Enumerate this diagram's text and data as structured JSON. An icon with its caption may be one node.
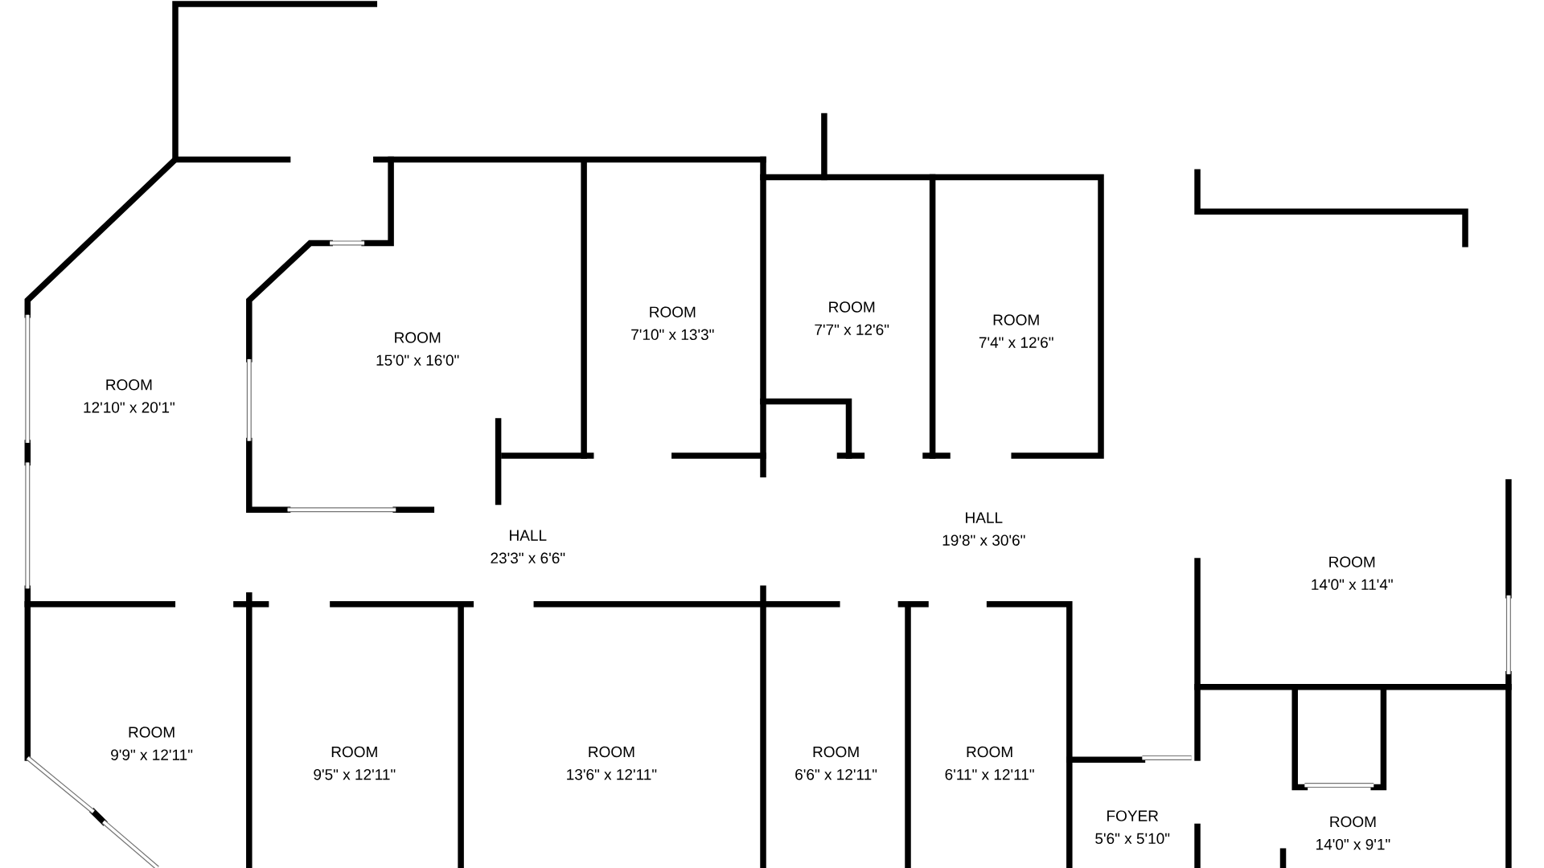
{
  "diagram": {
    "labels": [
      "ROOM",
      "15'0\" x 16'0\"",
      "ROOM",
      "7'10\" x 13'3\"",
      "ROOM",
      "7'7\" x 12'6\"",
      "ROOM",
      "7'4\" x 12'6\"",
      "ROOM",
      "12'10\" x 20'1\"",
      "HALL",
      "19'8\" x 30'6\"",
      "HALL",
      "23'3\" x 6'6\"",
      "ROOM",
      "14'0\" x 11'4\"",
      "ROOM",
      "9'9\" x 12'11\"",
      "ROOM",
      "9'5\" x 12'11\"",
      "ROOM",
      "13'6\" x 12'11\"",
      "ROOM",
      "6'6\" x 12'11\"",
      "ROOM",
      "6'11\" x 12'11\"",
      "FOYER",
      "5'6\" x 5'10\"",
      "ROOM",
      "14'0\" x 9'1\""
    ]
  }
}
